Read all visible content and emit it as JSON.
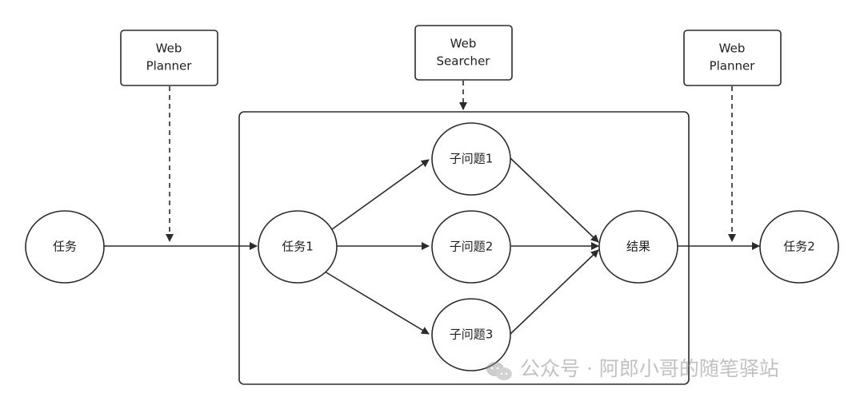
{
  "diagram": {
    "nodes": {
      "planner_left": {
        "line1": "Web",
        "line2": "Planner"
      },
      "searcher": {
        "line1": "Web",
        "line2": "Searcher"
      },
      "planner_right": {
        "line1": "Web",
        "line2": "Planner"
      },
      "task": {
        "label": "任务"
      },
      "task1": {
        "label": "任务1"
      },
      "sub1": {
        "label": "子问题1"
      },
      "sub2": {
        "label": "子问题2"
      },
      "sub3": {
        "label": "子问题3"
      },
      "result": {
        "label": "结果"
      },
      "task2": {
        "label": "任务2"
      }
    },
    "colors": {
      "stroke": "#2b2b2b",
      "text": "#1f1f1f",
      "watermark": "#8f8f8f"
    }
  },
  "watermark": {
    "text": "公众号 · 阿郎小哥的随笔驿站",
    "icon": "wechat-icon"
  }
}
